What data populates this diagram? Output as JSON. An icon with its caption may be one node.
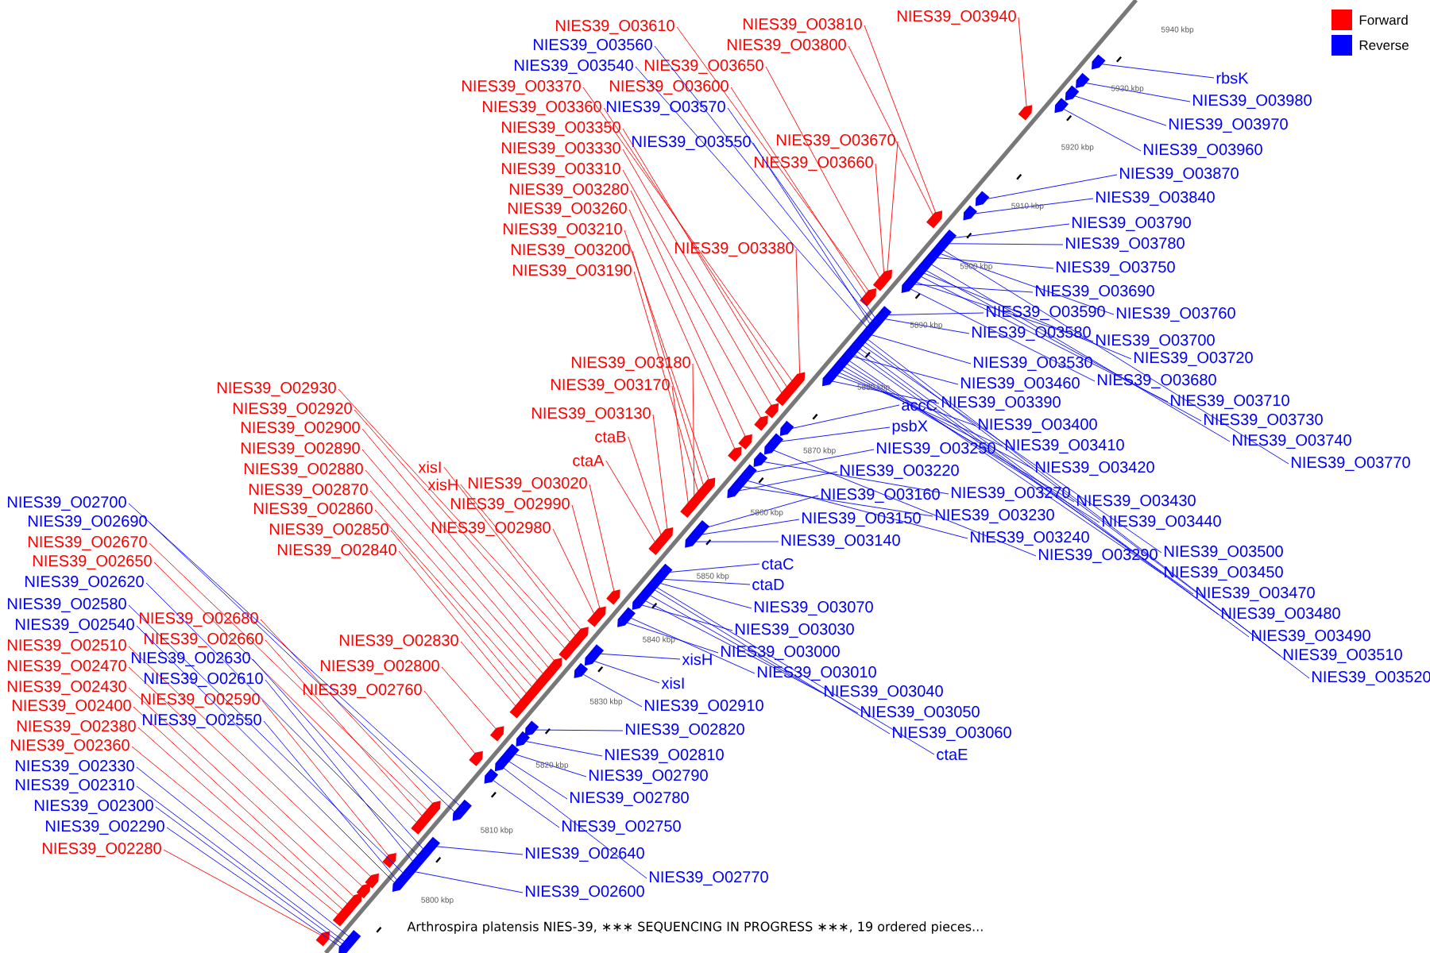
{
  "diagram": {
    "caption": "Arthrospira platensis NIES-39, ∗∗∗ SEQUENCING IN PROGRESS ∗∗∗, 19 ordered pieces...",
    "nodes": [
      {
        "text": [
          "NIES39_O03940"
        ]
      },
      {
        "text": [
          "NIES39_O03610"
        ]
      },
      {
        "text": [
          "NIES39_O03810"
        ]
      },
      {
        "text": [
          "NIES39_O03560"
        ]
      },
      {
        "text": [
          "NIES39_O03800"
        ]
      },
      {
        "text": [
          "NIES39_O03540"
        ]
      },
      {
        "text": [
          "NIES39_O03650"
        ]
      },
      {
        "text": [
          "rbsK"
        ]
      },
      {
        "text": [
          "NIES39_O03370"
        ]
      },
      {
        "text": [
          "NIES39_O03600"
        ]
      },
      {
        "text": [
          "NIES39_O03980"
        ]
      },
      {
        "text": [
          "NIES39_O03360"
        ]
      },
      {
        "text": [
          "NIES39_O03570"
        ]
      },
      {
        "text": [
          "NIES39_O03970"
        ]
      },
      {
        "text": [
          "NIES39_O03350"
        ]
      },
      {
        "text": [
          "NIES39_O03670"
        ]
      },
      {
        "text": [
          "NIES39_O03550"
        ]
      },
      {
        "text": [
          "NIES39_O03330"
        ]
      },
      {
        "text": [
          "NIES39_O03960"
        ]
      },
      {
        "text": [
          "NIES39_O03660"
        ]
      },
      {
        "text": [
          "NIES39_O03310"
        ]
      },
      {
        "text": [
          "NIES39_O03870"
        ]
      },
      {
        "text": [
          "NIES39_O03280"
        ]
      },
      {
        "text": [
          "NIES39_O03840"
        ]
      },
      {
        "text": [
          "NIES39_O03260"
        ]
      },
      {
        "text": [
          "NIES39_O03790"
        ]
      },
      {
        "text": [
          "NIES39_O03210"
        ]
      },
      {
        "text": [
          "NIES39_O03780"
        ]
      },
      {
        "text": [
          "NIES39_O03380"
        ]
      },
      {
        "text": [
          "NIES39_O03200"
        ]
      },
      {
        "text": [
          "NIES39_O03750"
        ]
      },
      {
        "text": [
          "NIES39_O03190"
        ]
      },
      {
        "text": [
          "NIES39_O03690"
        ]
      },
      {
        "text": [
          "NIES39_O03590"
        ]
      },
      {
        "text": [
          "NIES39_O03760"
        ]
      },
      {
        "text": [
          "NIES39_O03580"
        ]
      },
      {
        "text": [
          "NIES39_O03700"
        ]
      },
      {
        "text": [
          "NIES39_O03720"
        ]
      },
      {
        "text": [
          "NIES39_O03180"
        ]
      },
      {
        "text": [
          "NIES39_O03530"
        ]
      },
      {
        "text": [
          "NIES39_O03680"
        ]
      },
      {
        "text": [
          "NIES39_O03460"
        ]
      },
      {
        "text": [
          "NIES39_O03170"
        ]
      },
      {
        "text": [
          "NIES39_O02930"
        ]
      },
      {
        "text": [
          "NIES39_O03710"
        ]
      },
      {
        "text": [
          "NIES39_O03390"
        ]
      },
      {
        "text": [
          "accC"
        ]
      },
      {
        "text": [
          "NIES39_O02920"
        ]
      },
      {
        "text": [
          "NIES39_O03130"
        ]
      },
      {
        "text": [
          "NIES39_O03730"
        ]
      },
      {
        "text": [
          "NIES39_O03400"
        ]
      },
      {
        "text": [
          "psbX"
        ]
      },
      {
        "text": [
          "NIES39_O02900"
        ]
      },
      {
        "text": [
          "ctaB"
        ]
      },
      {
        "text": [
          "NIES39_O03740"
        ]
      },
      {
        "text": [
          "NIES39_O03410"
        ]
      },
      {
        "text": [
          "NIES39_O02890"
        ]
      },
      {
        "text": [
          "NIES39_O03250"
        ]
      },
      {
        "text": [
          "ctaA"
        ]
      },
      {
        "text": [
          "NIES39_O03770"
        ]
      },
      {
        "text": [
          "xisI"
        ]
      },
      {
        "text": [
          "NIES39_O03420"
        ]
      },
      {
        "text": [
          "NIES39_O02880"
        ]
      },
      {
        "text": [
          "NIES39_O03220"
        ]
      },
      {
        "text": [
          "xisH"
        ]
      },
      {
        "text": [
          "NIES39_O03020"
        ]
      },
      {
        "text": [
          "NIES39_O02870"
        ]
      },
      {
        "text": [
          "NIES39_O03270"
        ]
      },
      {
        "text": [
          "NIES39_O03160"
        ]
      },
      {
        "text": [
          "NIES39_O03430"
        ]
      },
      {
        "text": [
          "NIES39_O02990"
        ]
      },
      {
        "text": [
          "NIES39_O02860"
        ]
      },
      {
        "text": [
          "NIES39_O03230"
        ]
      },
      {
        "text": [
          "NIES39_O03150"
        ]
      },
      {
        "text": [
          "NIES39_O03440"
        ]
      },
      {
        "text": [
          "NIES39_O02980"
        ]
      },
      {
        "text": [
          "NIES39_O02850"
        ]
      },
      {
        "text": [
          "NIES39_O03240"
        ]
      },
      {
        "text": [
          "NIES39_O03140"
        ]
      },
      {
        "text": [
          "NIES39_O02840"
        ]
      },
      {
        "text": [
          "NIES39_O03500"
        ]
      },
      {
        "text": [
          "NIES39_O03290"
        ]
      },
      {
        "text": [
          "ctaC"
        ]
      },
      {
        "text": [
          "NIES39_O03450"
        ]
      },
      {
        "text": [
          "ctaD"
        ]
      },
      {
        "text": [
          "NIES39_O03470"
        ]
      },
      {
        "text": [
          "NIES39_O03070"
        ]
      },
      {
        "text": [
          "NIES39_O03480"
        ]
      },
      {
        "text": [
          "NIES39_O03030"
        ]
      },
      {
        "text": [
          "NIES39_O03490"
        ]
      },
      {
        "text": [
          "NIES39_O03000"
        ]
      },
      {
        "text": [
          "NIES39_O03510"
        ]
      },
      {
        "text": [
          "xisH"
        ]
      },
      {
        "text": [
          "NIES39_O03010"
        ]
      },
      {
        "text": [
          "NIES39_O03520"
        ]
      },
      {
        "text": [
          "xisI"
        ]
      },
      {
        "text": [
          "NIES39_O03040"
        ]
      },
      {
        "text": [
          "NIES39_O02910"
        ]
      },
      {
        "text": [
          "NIES39_O03050"
        ]
      },
      {
        "text": [
          "NIES39_O03060"
        ]
      },
      {
        "text": [
          "NIES39_O02820"
        ]
      },
      {
        "text": [
          "ctaE"
        ]
      },
      {
        "text": [
          "NIES39_O02810"
        ]
      },
      {
        "text": [
          "NIES39_O02790"
        ]
      },
      {
        "text": [
          "NIES39_O02780"
        ]
      },
      {
        "text": [
          "NIES39_O02750"
        ]
      },
      {
        "text": [
          "NIES39_O02640"
        ]
      },
      {
        "text": [
          "NIES39_O02770"
        ]
      },
      {
        "text": [
          "NIES39_O02600"
        ]
      },
      {
        "text": [
          "NIES39_O02700"
        ]
      },
      {
        "text": [
          "NIES39_O02690"
        ]
      },
      {
        "text": [
          "NIES39_O02670"
        ]
      },
      {
        "text": [
          "NIES39_O02650"
        ]
      },
      {
        "text": [
          "NIES39_O02620"
        ]
      },
      {
        "text": [
          "NIES39_O02580"
        ]
      },
      {
        "text": [
          "NIES39_O02680"
        ]
      },
      {
        "text": [
          "NIES39_O02540"
        ]
      },
      {
        "text": [
          "NIES39_O02660"
        ]
      },
      {
        "text": [
          "NIES39_O02830"
        ]
      },
      {
        "text": [
          "NIES39_O02510"
        ]
      },
      {
        "text": [
          "NIES39_O02630"
        ]
      },
      {
        "text": [
          "NIES39_O02800"
        ]
      },
      {
        "text": [
          "NIES39_O02470"
        ]
      },
      {
        "text": [
          "NIES39_O02610"
        ]
      },
      {
        "text": [
          "NIES39_O02430"
        ]
      },
      {
        "text": [
          "NIES39_O02760"
        ]
      },
      {
        "text": [
          "NIES39_O02590"
        ]
      },
      {
        "text": [
          "NIES39_O02400"
        ]
      },
      {
        "text": [
          "NIES39_O02550"
        ]
      },
      {
        "text": [
          "NIES39_O02380"
        ]
      },
      {
        "text": [
          "NIES39_O02360"
        ]
      },
      {
        "text": [
          "NIES39_O02330"
        ]
      },
      {
        "text": [
          "NIES39_O02310"
        ]
      },
      {
        "text": [
          "NIES39_O02300"
        ]
      },
      {
        "text": [
          "NIES39_O02290"
        ]
      },
      {
        "text": [
          "NIES39_O02280"
        ]
      }
    ],
    "edges": [
      {
        "from": 0,
        "to": null,
        "arrow": "none",
        "color": "#ff0000"
      },
      {
        "from": 1,
        "to": null,
        "arrow": "none",
        "color": "#ff0000"
      },
      {
        "from": 2,
        "to": null,
        "arrow": "none",
        "color": "#ff0000"
      },
      {
        "from": 3,
        "to": null,
        "arrow": "none",
        "color": "#0000ff"
      },
      {
        "from": 4,
        "to": null,
        "arrow": "none",
        "color": "#ff0000"
      },
      {
        "from": 5,
        "to": null,
        "arrow": "none",
        "color": "#0000ff"
      },
      {
        "from": 6,
        "to": null,
        "arrow": "none",
        "color": "#ff0000"
      },
      {
        "from": 7,
        "to": null,
        "arrow": "none",
        "color": "#0000ff"
      },
      {
        "from": 8,
        "to": null,
        "arrow": "none",
        "color": "#ff0000"
      },
      {
        "from": 9,
        "to": null,
        "arrow": "none",
        "color": "#ff0000"
      },
      {
        "from": 10,
        "to": null,
        "arrow": "none",
        "color": "#0000ff"
      },
      {
        "from": 11,
        "to": null,
        "arrow": "none",
        "color": "#ff0000"
      },
      {
        "from": 12,
        "to": null,
        "arrow": "none",
        "color": "#0000ff"
      },
      {
        "from": 13,
        "to": null,
        "arrow": "none",
        "color": "#0000ff"
      },
      {
        "from": 14,
        "to": null,
        "arrow": "none",
        "color": "#ff0000"
      },
      {
        "from": 15,
        "to": null,
        "arrow": "none",
        "color": "#ff0000"
      },
      {
        "from": 16,
        "to": null,
        "arrow": "none",
        "color": "#0000ff"
      },
      {
        "from": 17,
        "to": null,
        "arrow": "none",
        "color": "#ff0000"
      },
      {
        "from": 18,
        "to": null,
        "arrow": "none",
        "color": "#0000ff"
      },
      {
        "from": 19,
        "to": null,
        "arrow": "none",
        "color": "#ff0000"
      },
      {
        "from": 20,
        "to": null,
        "arrow": "none",
        "color": "#ff0000"
      },
      {
        "from": 21,
        "to": null,
        "arrow": "none",
        "color": "#0000ff"
      },
      {
        "from": 22,
        "to": null,
        "arrow": "none",
        "color": "#ff0000"
      },
      {
        "from": 23,
        "to": null,
        "arrow": "none",
        "color": "#0000ff"
      },
      {
        "from": 24,
        "to": null,
        "arrow": "none",
        "color": "#ff0000"
      },
      {
        "from": 25,
        "to": null,
        "arrow": "none",
        "color": "#0000ff"
      },
      {
        "from": 26,
        "to": null,
        "arrow": "none",
        "color": "#ff0000"
      },
      {
        "from": 27,
        "to": null,
        "arrow": "none",
        "color": "#0000ff"
      },
      {
        "from": 28,
        "to": null,
        "arrow": "none",
        "color": "#ff0000"
      },
      {
        "from": 29,
        "to": null,
        "arrow": "none",
        "color": "#ff0000"
      },
      {
        "from": 30,
        "to": null,
        "arrow": "none",
        "color": "#0000ff"
      },
      {
        "from": 31,
        "to": null,
        "arrow": "none",
        "color": "#ff0000"
      },
      {
        "from": 32,
        "to": null,
        "arrow": "none",
        "color": "#0000ff"
      },
      {
        "from": 33,
        "to": null,
        "arrow": "none",
        "color": "#0000ff"
      },
      {
        "from": 34,
        "to": null,
        "arrow": "none",
        "color": "#0000ff"
      },
      {
        "from": 35,
        "to": null,
        "arrow": "none",
        "color": "#0000ff"
      },
      {
        "from": 36,
        "to": null,
        "arrow": "none",
        "color": "#0000ff"
      },
      {
        "from": 37,
        "to": null,
        "arrow": "none",
        "color": "#0000ff"
      },
      {
        "from": 38,
        "to": null,
        "arrow": "none",
        "color": "#ff0000"
      },
      {
        "from": 39,
        "to": null,
        "arrow": "none",
        "color": "#0000ff"
      },
      {
        "from": 40,
        "to": null,
        "arrow": "none",
        "color": "#0000ff"
      },
      {
        "from": 41,
        "to": null,
        "arrow": "none",
        "color": "#0000ff"
      },
      {
        "from": 42,
        "to": null,
        "arrow": "none",
        "color": "#ff0000"
      },
      {
        "from": 43,
        "to": null,
        "arrow": "none",
        "color": "#ff0000"
      },
      {
        "from": 44,
        "to": null,
        "arrow": "none",
        "color": "#0000ff"
      },
      {
        "from": 45,
        "to": null,
        "arrow": "none",
        "color": "#0000ff"
      },
      {
        "from": 46,
        "to": null,
        "arrow": "none",
        "color": "#0000ff"
      },
      {
        "from": 47,
        "to": null,
        "arrow": "none",
        "color": "#ff0000"
      },
      {
        "from": 48,
        "to": null,
        "arrow": "none",
        "color": "#ff0000"
      },
      {
        "from": 49,
        "to": null,
        "arrow": "none",
        "color": "#0000ff"
      },
      {
        "from": 50,
        "to": null,
        "arrow": "none",
        "color": "#0000ff"
      },
      {
        "from": 51,
        "to": null,
        "arrow": "none",
        "color": "#0000ff"
      },
      {
        "from": 52,
        "to": null,
        "arrow": "none",
        "color": "#ff0000"
      },
      {
        "from": 53,
        "to": null,
        "arrow": "none",
        "color": "#ff0000"
      },
      {
        "from": 54,
        "to": null,
        "arrow": "none",
        "color": "#0000ff"
      },
      {
        "from": 55,
        "to": null,
        "arrow": "none",
        "color": "#0000ff"
      },
      {
        "from": 56,
        "to": null,
        "arrow": "none",
        "color": "#ff0000"
      },
      {
        "from": 57,
        "to": null,
        "arrow": "none",
        "color": "#0000ff"
      },
      {
        "from": 58,
        "to": null,
        "arrow": "none",
        "color": "#ff0000"
      },
      {
        "from": 59,
        "to": null,
        "arrow": "none",
        "color": "#0000ff"
      },
      {
        "from": 60,
        "to": null,
        "arrow": "none",
        "color": "#ff0000"
      },
      {
        "from": 61,
        "to": null,
        "arrow": "none",
        "color": "#0000ff"
      },
      {
        "from": 62,
        "to": null,
        "arrow": "none",
        "color": "#ff0000"
      },
      {
        "from": 63,
        "to": null,
        "arrow": "none",
        "color": "#0000ff"
      },
      {
        "from": 64,
        "to": null,
        "arrow": "none",
        "color": "#ff0000"
      },
      {
        "from": 65,
        "to": null,
        "arrow": "none",
        "color": "#ff0000"
      },
      {
        "from": 66,
        "to": null,
        "arrow": "none",
        "color": "#ff0000"
      },
      {
        "from": 67,
        "to": null,
        "arrow": "none",
        "color": "#0000ff"
      },
      {
        "from": 68,
        "to": null,
        "arrow": "none",
        "color": "#0000ff"
      },
      {
        "from": 69,
        "to": null,
        "arrow": "none",
        "color": "#0000ff"
      },
      {
        "from": 70,
        "to": null,
        "arrow": "none",
        "color": "#ff0000"
      },
      {
        "from": 71,
        "to": null,
        "arrow": "none",
        "color": "#ff0000"
      },
      {
        "from": 72,
        "to": null,
        "arrow": "none",
        "color": "#0000ff"
      },
      {
        "from": 73,
        "to": null,
        "arrow": "none",
        "color": "#0000ff"
      },
      {
        "from": 74,
        "to": null,
        "arrow": "none",
        "color": "#0000ff"
      },
      {
        "from": 75,
        "to": null,
        "arrow": "none",
        "color": "#ff0000"
      },
      {
        "from": 76,
        "to": null,
        "arrow": "none",
        "color": "#ff0000"
      },
      {
        "from": 77,
        "to": null,
        "arrow": "none",
        "color": "#0000ff"
      },
      {
        "from": 78,
        "to": null,
        "arrow": "none",
        "color": "#0000ff"
      },
      {
        "from": 79,
        "to": null,
        "arrow": "none",
        "color": "#ff0000"
      },
      {
        "from": 80,
        "to": null,
        "arrow": "none",
        "color": "#0000ff"
      },
      {
        "from": 81,
        "to": null,
        "arrow": "none",
        "color": "#0000ff"
      },
      {
        "from": 82,
        "to": null,
        "arrow": "none",
        "color": "#0000ff"
      },
      {
        "from": 83,
        "to": null,
        "arrow": "none",
        "color": "#0000ff"
      },
      {
        "from": 84,
        "to": null,
        "arrow": "none",
        "color": "#0000ff"
      },
      {
        "from": 85,
        "to": null,
        "arrow": "none",
        "color": "#0000ff"
      },
      {
        "from": 86,
        "to": null,
        "arrow": "none",
        "color": "#0000ff"
      },
      {
        "from": 87,
        "to": null,
        "arrow": "none",
        "color": "#0000ff"
      },
      {
        "from": 88,
        "to": null,
        "arrow": "none",
        "color": "#0000ff"
      },
      {
        "from": 89,
        "to": null,
        "arrow": "none",
        "color": "#0000ff"
      },
      {
        "from": 90,
        "to": null,
        "arrow": "none",
        "color": "#0000ff"
      },
      {
        "from": 91,
        "to": null,
        "arrow": "none",
        "color": "#0000ff"
      },
      {
        "from": 92,
        "to": null,
        "arrow": "none",
        "color": "#0000ff"
      },
      {
        "from": 93,
        "to": null,
        "arrow": "none",
        "color": "#0000ff"
      },
      {
        "from": 94,
        "to": null,
        "arrow": "none",
        "color": "#0000ff"
      },
      {
        "from": 95,
        "to": null,
        "arrow": "none",
        "color": "#0000ff"
      },
      {
        "from": 96,
        "to": null,
        "arrow": "none",
        "color": "#0000ff"
      },
      {
        "from": 97,
        "to": null,
        "arrow": "none",
        "color": "#0000ff"
      },
      {
        "from": 98,
        "to": null,
        "arrow": "none",
        "color": "#0000ff"
      },
      {
        "from": 99,
        "to": null,
        "arrow": "none",
        "color": "#0000ff"
      },
      {
        "from": 100,
        "to": null,
        "arrow": "none",
        "color": "#0000ff"
      },
      {
        "from": 101,
        "to": null,
        "arrow": "none",
        "color": "#0000ff"
      },
      {
        "from": 102,
        "to": null,
        "arrow": "none",
        "color": "#0000ff"
      },
      {
        "from": 103,
        "to": null,
        "arrow": "none",
        "color": "#0000ff"
      },
      {
        "from": 104,
        "to": null,
        "arrow": "none",
        "color": "#0000ff"
      },
      {
        "from": 105,
        "to": null,
        "arrow": "none",
        "color": "#0000ff"
      },
      {
        "from": 106,
        "to": null,
        "arrow": "none",
        "color": "#0000ff"
      },
      {
        "from": 107,
        "to": null,
        "arrow": "none",
        "color": "#0000ff"
      },
      {
        "from": 108,
        "to": null,
        "arrow": "none",
        "color": "#0000ff"
      },
      {
        "from": 109,
        "to": null,
        "arrow": "none",
        "color": "#0000ff"
      },
      {
        "from": 110,
        "to": null,
        "arrow": "none",
        "color": "#0000ff"
      },
      {
        "from": 111,
        "to": null,
        "arrow": "none",
        "color": "#ff0000"
      },
      {
        "from": 112,
        "to": null,
        "arrow": "none",
        "color": "#ff0000"
      },
      {
        "from": 113,
        "to": null,
        "arrow": "none",
        "color": "#0000ff"
      },
      {
        "from": 114,
        "to": null,
        "arrow": "none",
        "color": "#0000ff"
      },
      {
        "from": 115,
        "to": null,
        "arrow": "none",
        "color": "#ff0000"
      },
      {
        "from": 116,
        "to": null,
        "arrow": "none",
        "color": "#0000ff"
      },
      {
        "from": 117,
        "to": null,
        "arrow": "none",
        "color": "#ff0000"
      },
      {
        "from": 118,
        "to": null,
        "arrow": "none",
        "color": "#ff0000"
      },
      {
        "from": 119,
        "to": null,
        "arrow": "none",
        "color": "#ff0000"
      },
      {
        "from": 120,
        "to": null,
        "arrow": "none",
        "color": "#0000ff"
      },
      {
        "from": 121,
        "to": null,
        "arrow": "none",
        "color": "#ff0000"
      },
      {
        "from": 122,
        "to": null,
        "arrow": "none",
        "color": "#ff0000"
      },
      {
        "from": 123,
        "to": null,
        "arrow": "none",
        "color": "#0000ff"
      },
      {
        "from": 124,
        "to": null,
        "arrow": "none",
        "color": "#ff0000"
      },
      {
        "from": 125,
        "to": null,
        "arrow": "none",
        "color": "#ff0000"
      },
      {
        "from": 126,
        "to": null,
        "arrow": "none",
        "color": "#ff0000"
      },
      {
        "from": 127,
        "to": null,
        "arrow": "none",
        "color": "#ff0000"
      },
      {
        "from": 128,
        "to": null,
        "arrow": "none",
        "color": "#0000ff"
      },
      {
        "from": 129,
        "to": null,
        "arrow": "none",
        "color": "#ff0000"
      },
      {
        "from": 130,
        "to": null,
        "arrow": "none",
        "color": "#ff0000"
      },
      {
        "from": 131,
        "to": null,
        "arrow": "none",
        "color": "#0000ff"
      },
      {
        "from": 132,
        "to": null,
        "arrow": "none",
        "color": "#0000ff"
      },
      {
        "from": 133,
        "to": null,
        "arrow": "none",
        "color": "#0000ff"
      },
      {
        "from": 134,
        "to": null,
        "arrow": "none",
        "color": "#0000ff"
      },
      {
        "from": 135,
        "to": null,
        "arrow": "none",
        "color": "#ff0000"
      }
    ],
    "labels": [
      "5940 kbp",
      "5930 kbp",
      "5920 kbp",
      "5910 kbp",
      "5900 kbp",
      "5890 kbp",
      "5880 kbp",
      "5870 kbp",
      "5860 kbp",
      "5850 kbp",
      "5840 kbp",
      "5830 kbp",
      "5820 kbp",
      "5810 kbp",
      "5800 kbp"
    ],
    "legend": [
      {
        "text": "Forward",
        "color": "#ff0000"
      },
      {
        "text": "Reverse",
        "color": "#0000ff"
      }
    ]
  }
}
